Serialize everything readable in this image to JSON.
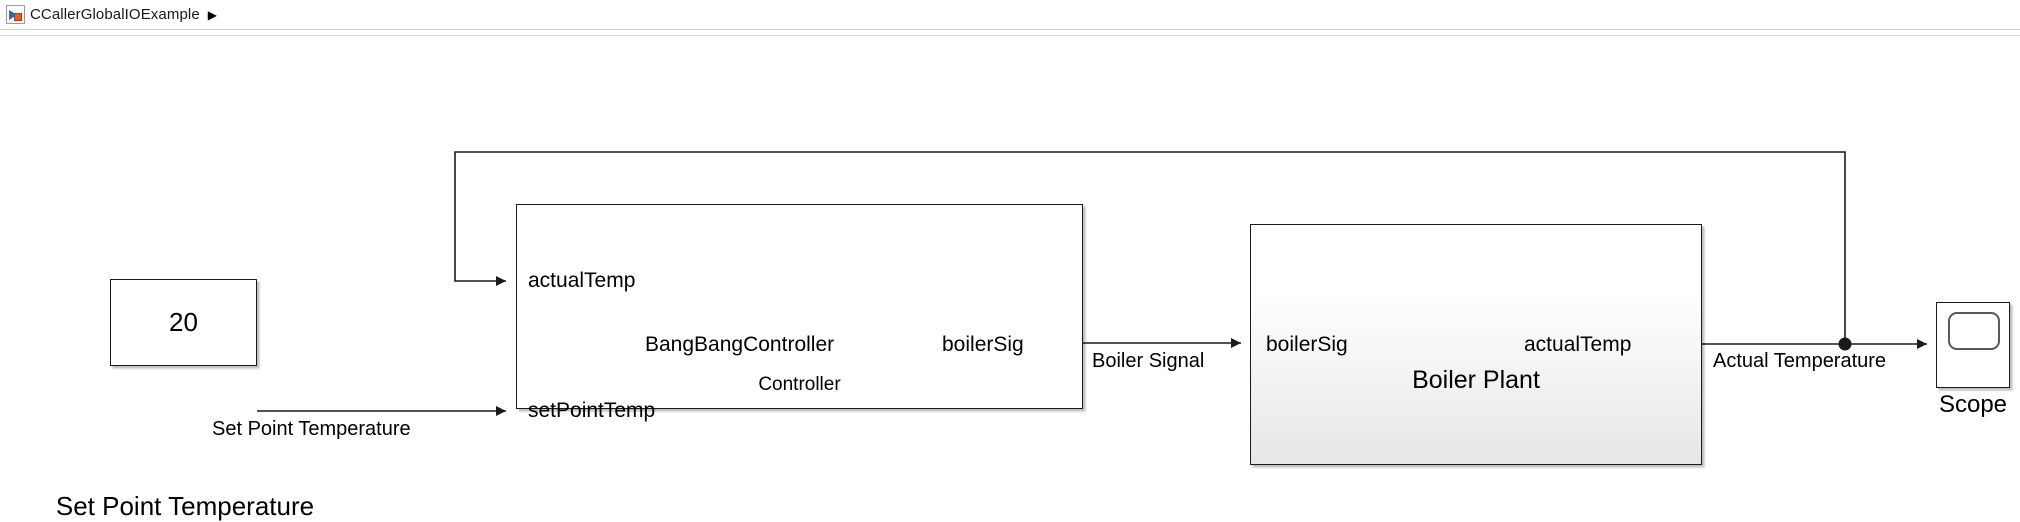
{
  "window": {
    "breadcrumb": {
      "icon": "simulink-model-icon",
      "label": "CCallerGlobalIOExample",
      "arrow": "▶"
    }
  },
  "colors": {
    "canvas_background": "#ffffff",
    "block_border": "#1a1a1a",
    "wire": "#1a1a1a",
    "icon_blue": "#1f6fb5",
    "icon_orange": "#e2601e",
    "breadcrumb_border": "#cfcfcf"
  },
  "diagram": {
    "blocks": [
      {
        "id": "set-point-temperature",
        "type": "constant",
        "value": "20",
        "label": "Set Point Temperature"
      },
      {
        "id": "controller",
        "type": "subsystem",
        "label": "Controller",
        "body_text": "BangBangController",
        "inputs": [
          "actualTemp",
          "setPointTemp"
        ],
        "outputs": [
          "boilerSig"
        ]
      },
      {
        "id": "boiler-plant",
        "type": "subsystem",
        "label": "Boiler Plant",
        "inputs": [
          "boilerSig"
        ],
        "outputs": [
          "actualTemp"
        ]
      },
      {
        "id": "scope",
        "type": "scope",
        "label": "Scope"
      }
    ],
    "signals": [
      {
        "id": "set-point-temperature-signal",
        "label": "Set Point Temperature",
        "from": "set-point-temperature",
        "to": "controller.setPointTemp"
      },
      {
        "id": "boiler-signal",
        "label": "Boiler Signal",
        "from": "controller.boilerSig",
        "to": "boiler-plant.boilerSig"
      },
      {
        "id": "actual-temperature-signal",
        "label": "Actual Temperature",
        "from": "boiler-plant.actualTemp",
        "to": "scope",
        "branch_to": "controller.actualTemp"
      }
    ]
  }
}
